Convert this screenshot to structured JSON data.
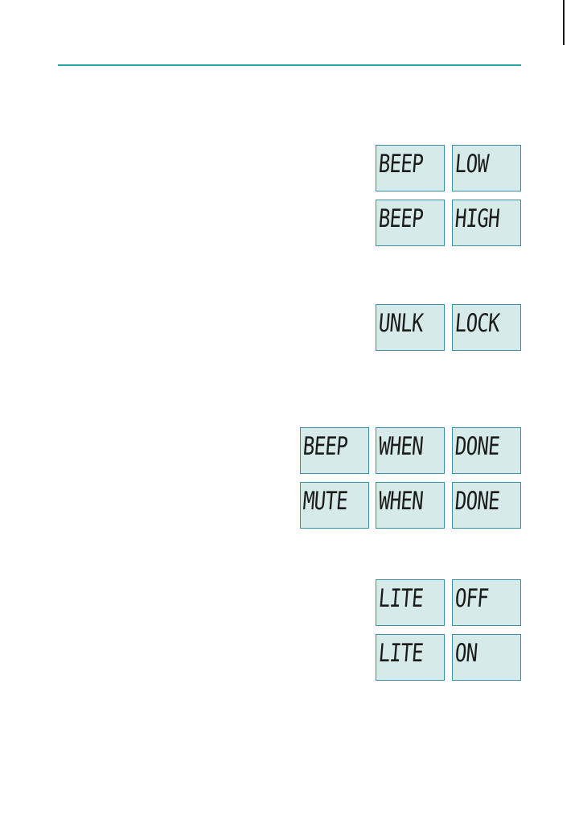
{
  "colors": {
    "accent_rule": "#2aa5a8",
    "lcd_background": "#d6ebe9",
    "lcd_border": "#3a8fa2",
    "lcd_text": "#1b1b1b"
  },
  "beep_volume": {
    "low": [
      "BEEP",
      "LOW"
    ],
    "high": [
      "BEEP",
      "HIGH"
    ]
  },
  "key_lock": {
    "states": [
      "UNLK",
      "LOCK"
    ]
  },
  "done_alert": {
    "beep": [
      "BEEP",
      "WHEN",
      "DONE"
    ],
    "mute": [
      "MUTE",
      "WHEN",
      "DONE"
    ]
  },
  "backlight": {
    "off": [
      "LITE",
      "OFF"
    ],
    "on": [
      "LITE",
      "ON"
    ]
  }
}
